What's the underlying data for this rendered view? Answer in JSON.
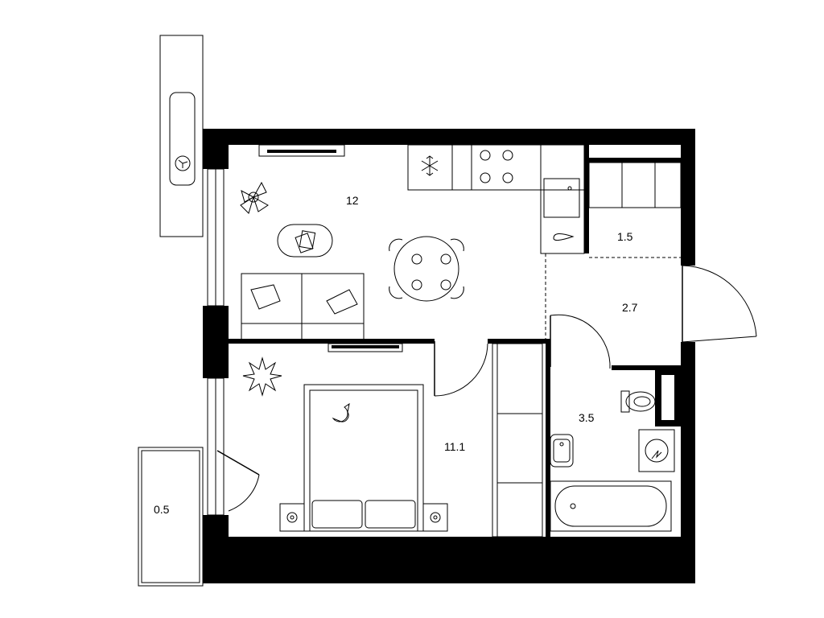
{
  "floor_plan": {
    "rooms": [
      {
        "id": "living-kitchen",
        "area": "12"
      },
      {
        "id": "bedroom",
        "area": "11.1"
      },
      {
        "id": "storage",
        "area": "1.5"
      },
      {
        "id": "hallway",
        "area": "2.7"
      },
      {
        "id": "bathroom",
        "area": "3.5"
      },
      {
        "id": "balcony",
        "area": "0.5"
      }
    ]
  },
  "colors": {
    "wall": "#000000",
    "background": "#ffffff",
    "line": "#000000"
  }
}
